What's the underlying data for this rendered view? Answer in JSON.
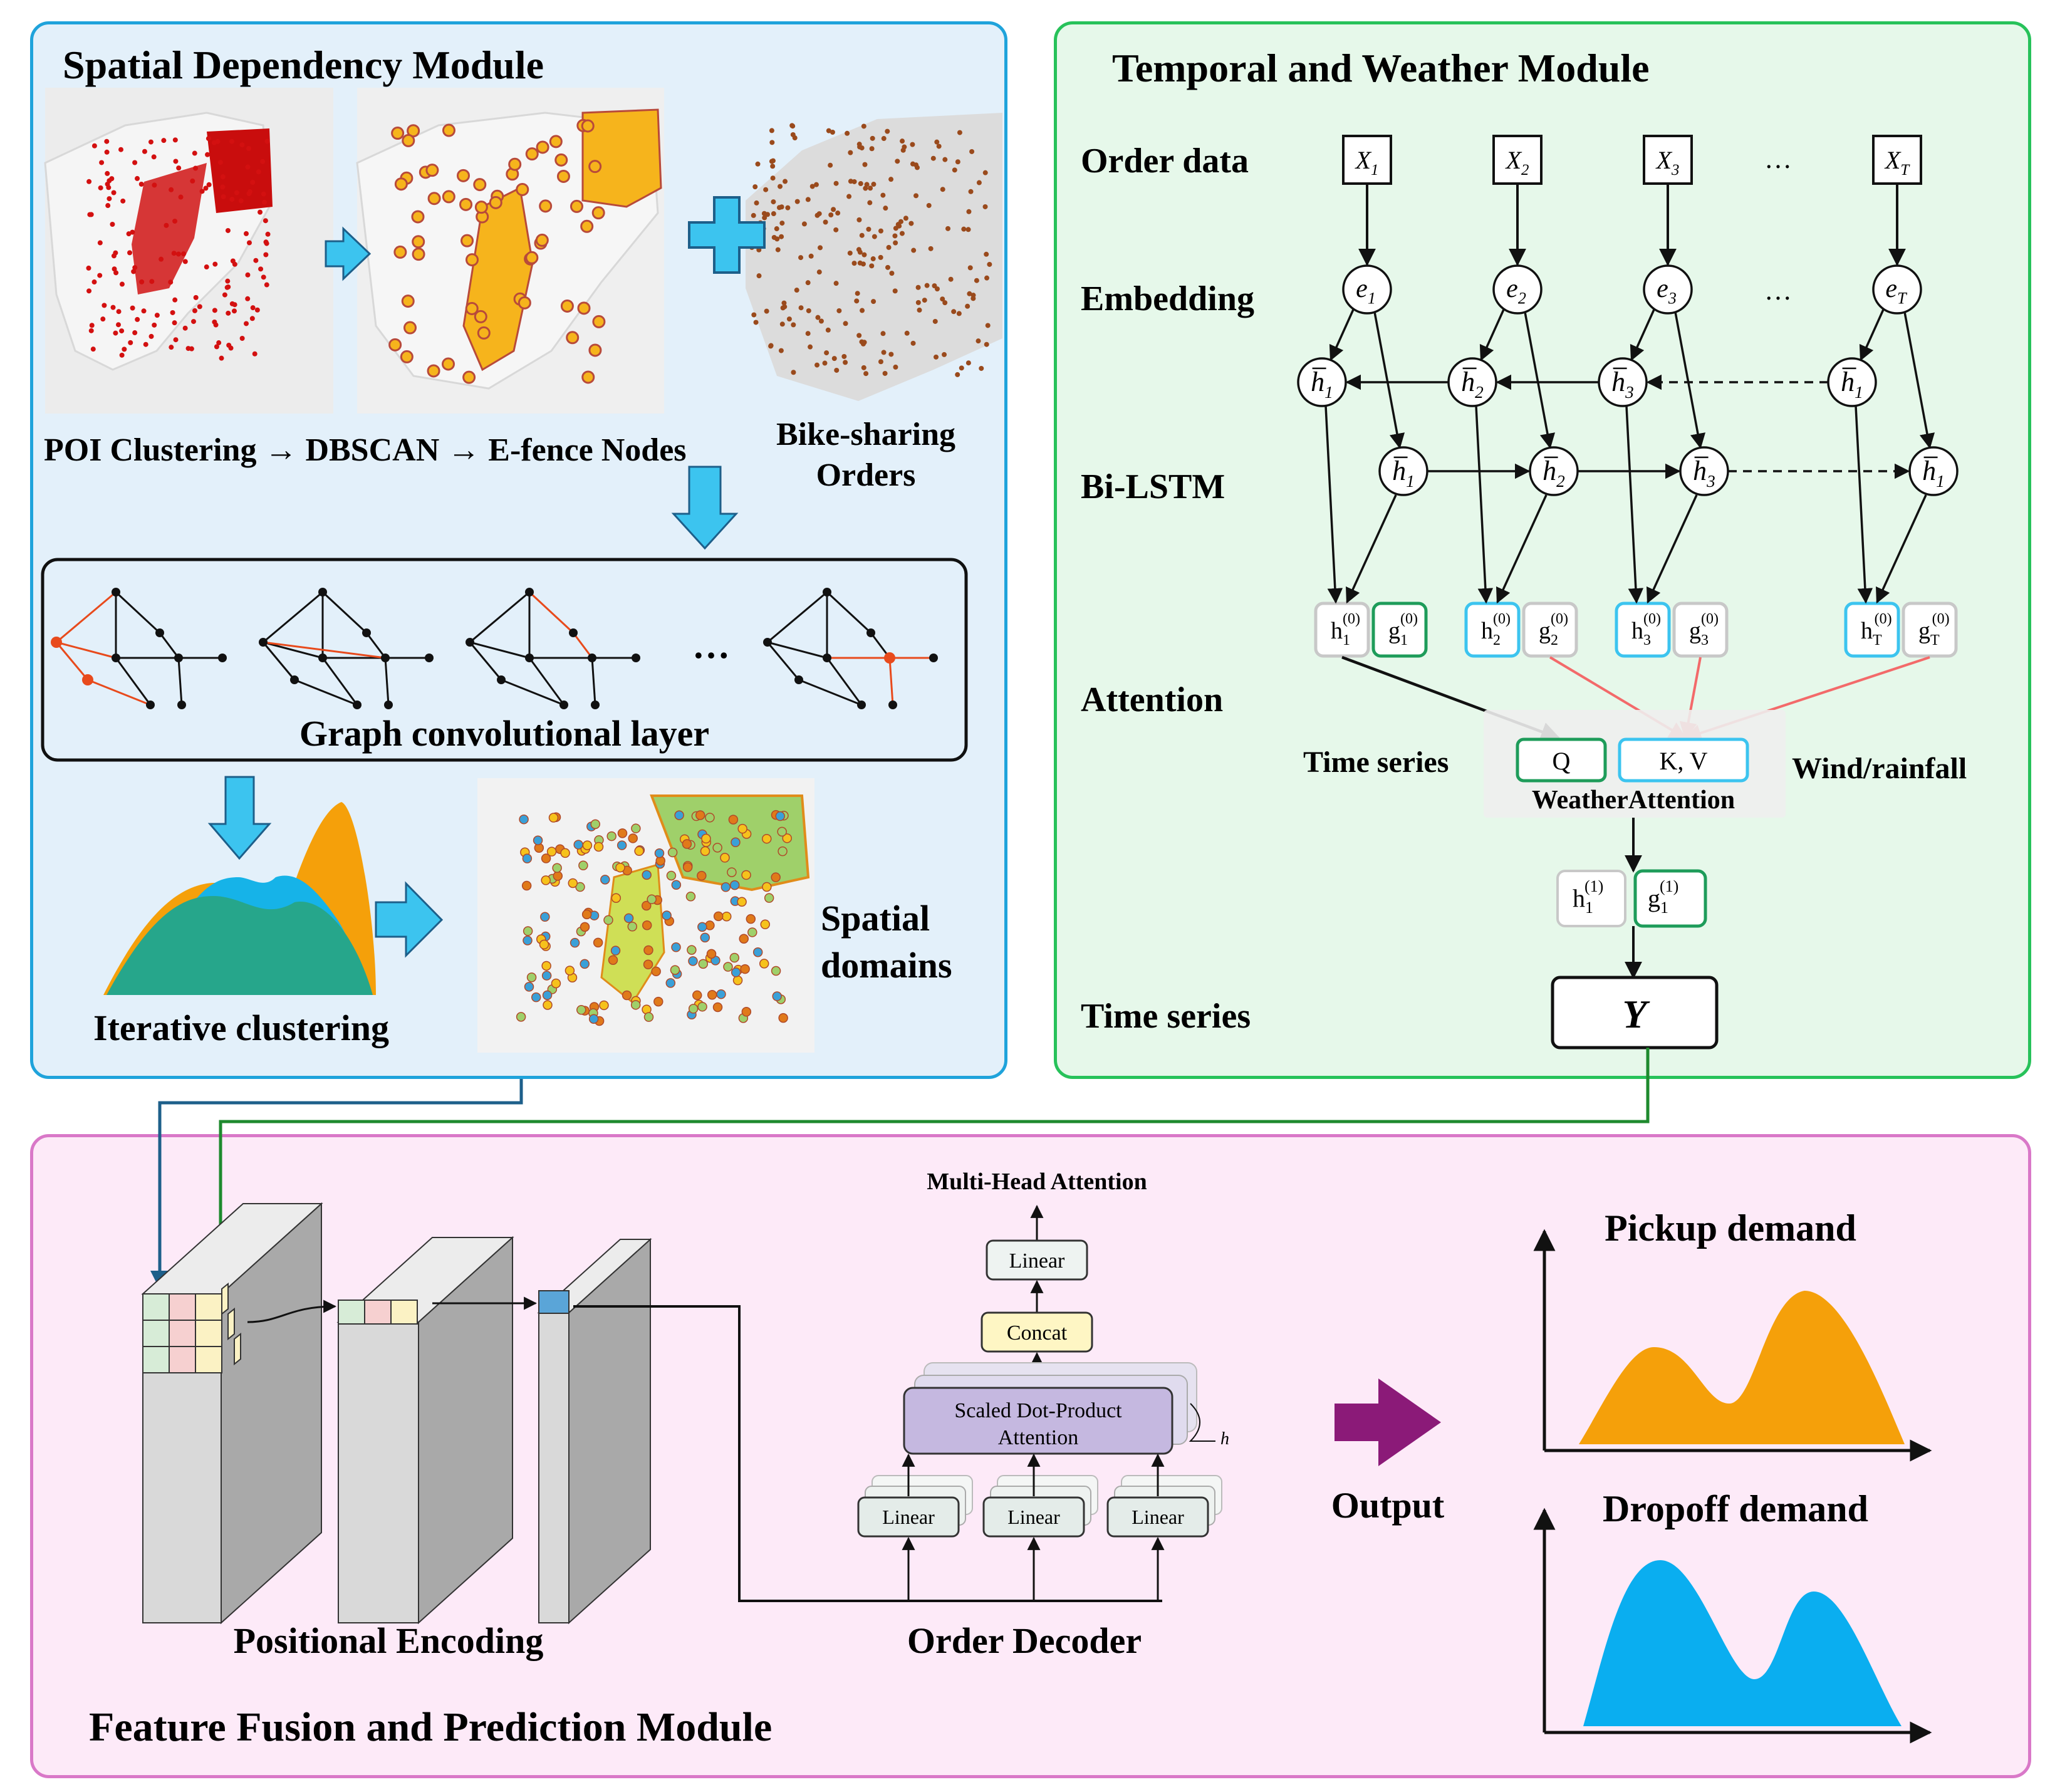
{
  "spatial_module": {
    "title": "Spatial Dependency Module",
    "pipeline_caption": "POI Clustering → DBSCAN → E-fence Nodes",
    "orders_caption_line1": "Bike-sharing",
    "orders_caption_line2": "Orders",
    "gcn_caption": "Graph convolutional layer",
    "gcn_ellipsis": "…",
    "iterative_caption": "Iterative clustering",
    "domains_caption_line1": "Spatial",
    "domains_caption_line2": "domains"
  },
  "temporal_module": {
    "title": "Temporal and Weather Module",
    "row_order_data": "Order data",
    "row_embedding": "Embedding",
    "row_bilstm": "Bi-LSTM",
    "row_attention": "Attention",
    "row_time_series": "Time series",
    "ellipsis": "…",
    "inputs": [
      "X",
      "X",
      "X",
      "X"
    ],
    "input_subs": [
      "1",
      "2",
      "3",
      "T"
    ],
    "embeddings": [
      "e",
      "e",
      "e",
      "e"
    ],
    "embedding_subs": [
      "1",
      "2",
      "3",
      "T"
    ],
    "backward_states": [
      "h",
      "h",
      "h",
      "h"
    ],
    "backward_subs": [
      "1",
      "2",
      "3",
      "1"
    ],
    "forward_states": [
      "h",
      "h",
      "h",
      "h"
    ],
    "forward_subs": [
      "1",
      "2",
      "3",
      "1"
    ],
    "h_cells": [
      "h",
      "h",
      "h",
      "h"
    ],
    "h_cell_subs": [
      "1",
      "2",
      "3",
      "T"
    ],
    "g_cells": [
      "g",
      "g",
      "g",
      "g"
    ],
    "g_cell_subs": [
      "1",
      "2",
      "3",
      "T"
    ],
    "cell_sup": "(0)",
    "left_label": "Time series",
    "right_label": "Wind/rainfall",
    "q_label": "Q",
    "kv_label": "K, V",
    "weather_attention_label": "WeatherAttention",
    "h_out": "h",
    "g_out": "g",
    "out_sub": "1",
    "out_sup": "(1)",
    "output_label": "Y"
  },
  "fusion_module": {
    "title": "Feature Fusion and Prediction Module",
    "positional_encoding": "Positional Encoding",
    "order_decoder": "Order Decoder",
    "mha_title": "Multi-Head Attention",
    "linear_top": "Linear",
    "concat": "Concat",
    "sdpa_line1": "Scaled Dot-Product",
    "sdpa_line2": "Attention",
    "head_label": "h",
    "linear_inputs": [
      "Linear",
      "Linear",
      "Linear"
    ],
    "output_label": "Output",
    "pickup_title": "Pickup  demand",
    "dropoff_title": "Dropoff  demand"
  },
  "colors": {
    "spatial_border": "#1fa3db",
    "temporal_border": "#27c25a",
    "fusion_border": "#d978c8",
    "pickup": "#f5a00a",
    "dropoff": "#0aaef0",
    "output_arrow": "#8b1a78",
    "gcn_highlight": "#e84a1c"
  }
}
